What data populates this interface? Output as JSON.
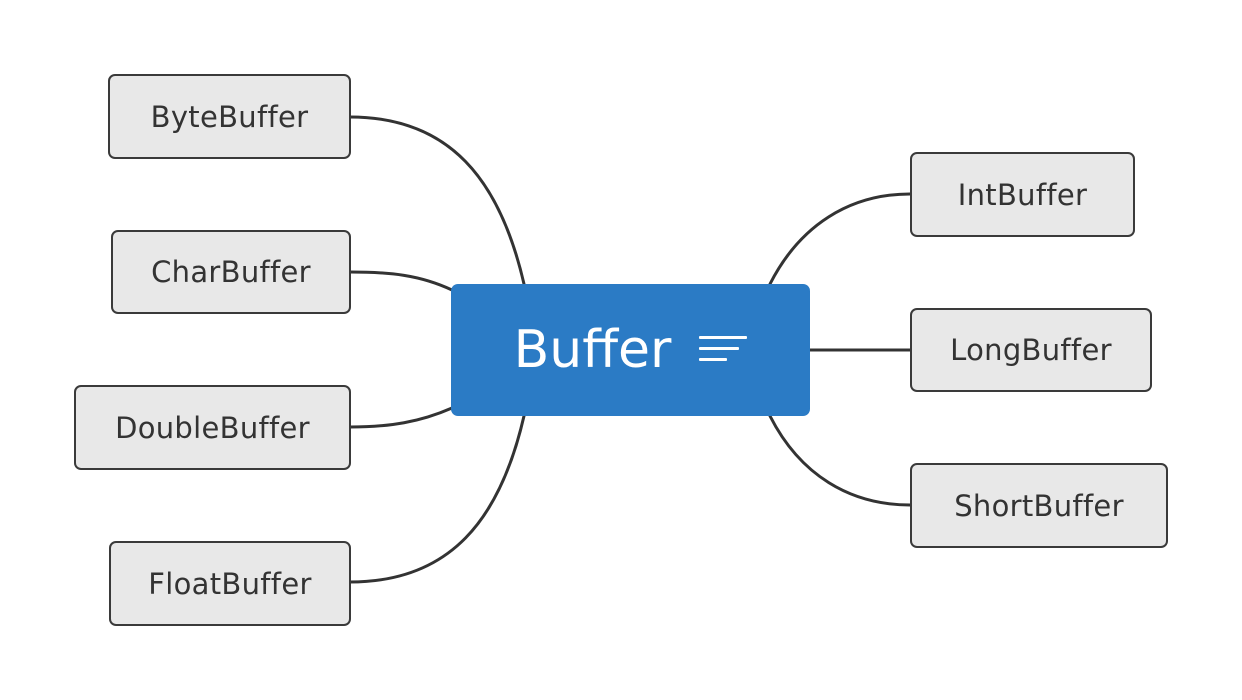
{
  "central_topic": {
    "label": "Buffer",
    "icon": "notes-icon",
    "fill_color": "#2b7bc5",
    "text_color": "#ffffff"
  },
  "subtopics": {
    "left": [
      {
        "label": "ByteBuffer"
      },
      {
        "label": "CharBuffer"
      },
      {
        "label": "DoubleBuffer"
      },
      {
        "label": "FloatBuffer"
      }
    ],
    "right": [
      {
        "label": "IntBuffer"
      },
      {
        "label": "LongBuffer"
      },
      {
        "label": "ShortBuffer"
      }
    ]
  },
  "colors": {
    "node_fill": "#e8e8e8",
    "node_border": "#3a3a3a",
    "connector": "#333333"
  }
}
